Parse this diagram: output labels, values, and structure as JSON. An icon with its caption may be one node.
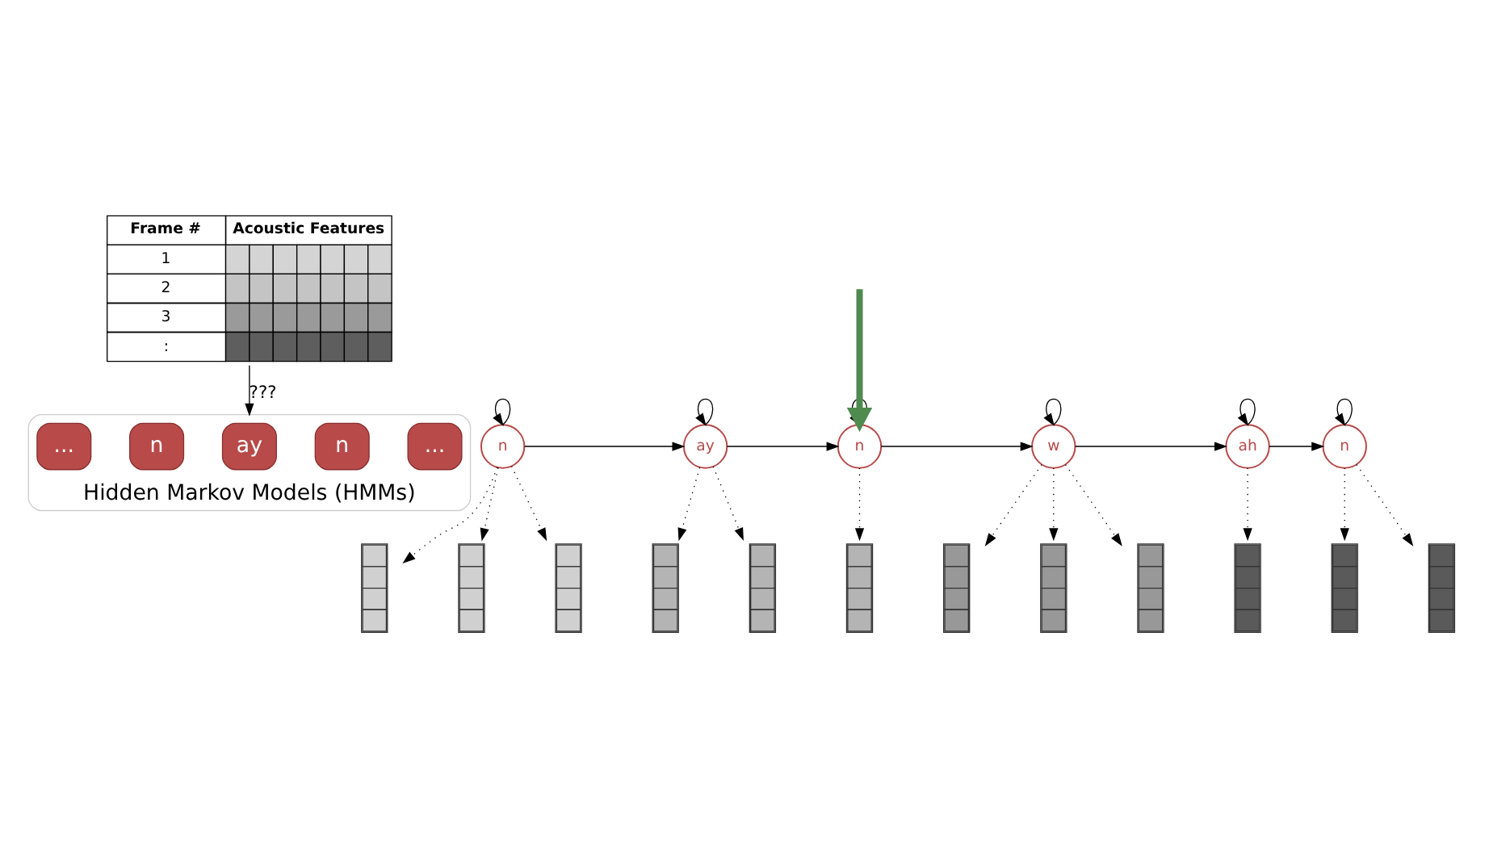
{
  "diagram": {
    "nodes": [
      {
        "text": [
          "Frame #",
          "Acoustic Features",
          "1",
          "2",
          "3",
          ":"
        ]
      },
      {
        "text": [
          "Hidden Markov Models (HMMs)"
        ]
      },
      {
        "text": [
          "..."
        ],
        "in": 1
      },
      {
        "text": [
          "n"
        ],
        "in": 1
      },
      {
        "text": [
          "ay"
        ],
        "in": 1
      },
      {
        "text": [
          "n"
        ],
        "in": 1
      },
      {
        "text": [
          "..."
        ],
        "in": 1
      },
      {
        "text": [
          "n"
        ]
      },
      {
        "text": [
          "ay"
        ]
      },
      {
        "text": [
          "n"
        ]
      },
      {
        "text": [
          "w"
        ]
      },
      {
        "text": [
          "ah"
        ]
      },
      {
        "text": [
          "n"
        ]
      },
      {
        "text": [],
        "shape": "bar"
      },
      {
        "text": [],
        "shape": "bar"
      },
      {
        "text": [],
        "shape": "bar"
      },
      {
        "text": [],
        "shape": "bar"
      },
      {
        "text": [],
        "shape": "bar"
      },
      {
        "text": [],
        "shape": "bar"
      },
      {
        "text": [],
        "shape": "bar"
      },
      {
        "text": [],
        "shape": "bar"
      },
      {
        "text": [],
        "shape": "bar"
      },
      {
        "text": [],
        "shape": "bar"
      },
      {
        "text": [],
        "shape": "bar"
      },
      {
        "text": [],
        "shape": "bar"
      }
    ],
    "edges": [
      {
        "from": 0,
        "to": 1,
        "arrow": "to",
        "label": "???"
      },
      {
        "from": null,
        "to": 9,
        "arrow": "to",
        "style": "thick",
        "color": "#4f8a4f"
      },
      {
        "from": 7,
        "to": 7,
        "arrow": "to"
      },
      {
        "from": 8,
        "to": 8,
        "arrow": "to"
      },
      {
        "from": 9,
        "to": 9,
        "arrow": "to"
      },
      {
        "from": 10,
        "to": 10,
        "arrow": "to"
      },
      {
        "from": 11,
        "to": 11,
        "arrow": "to"
      },
      {
        "from": 12,
        "to": 12,
        "arrow": "to"
      },
      {
        "from": 7,
        "to": 8,
        "arrow": "to"
      },
      {
        "from": 8,
        "to": 9,
        "arrow": "to"
      },
      {
        "from": 9,
        "to": 10,
        "arrow": "to"
      },
      {
        "from": 10,
        "to": 11,
        "arrow": "to"
      },
      {
        "from": 11,
        "to": 12,
        "arrow": "to"
      },
      {
        "from": 7,
        "to": 13,
        "arrow": "to",
        "style": "dashed"
      },
      {
        "from": 7,
        "to": 14,
        "arrow": "to",
        "style": "dashed"
      },
      {
        "from": 7,
        "to": 15,
        "arrow": "to",
        "style": "dashed"
      },
      {
        "from": 8,
        "to": 16,
        "arrow": "to",
        "style": "dashed"
      },
      {
        "from": 8,
        "to": 17,
        "arrow": "to",
        "style": "dashed"
      },
      {
        "from": 9,
        "to": 18,
        "arrow": "to",
        "style": "dashed"
      },
      {
        "from": 10,
        "to": 19,
        "arrow": "to",
        "style": "dashed"
      },
      {
        "from": 10,
        "to": 20,
        "arrow": "to",
        "style": "dashed"
      },
      {
        "from": 10,
        "to": 21,
        "arrow": "to",
        "style": "dashed"
      },
      {
        "from": 11,
        "to": 22,
        "arrow": "to",
        "style": "dashed"
      },
      {
        "from": 12,
        "to": 23,
        "arrow": "to",
        "style": "dashed"
      },
      {
        "from": 12,
        "to": 24,
        "arrow": "to",
        "style": "dashed"
      }
    ]
  }
}
